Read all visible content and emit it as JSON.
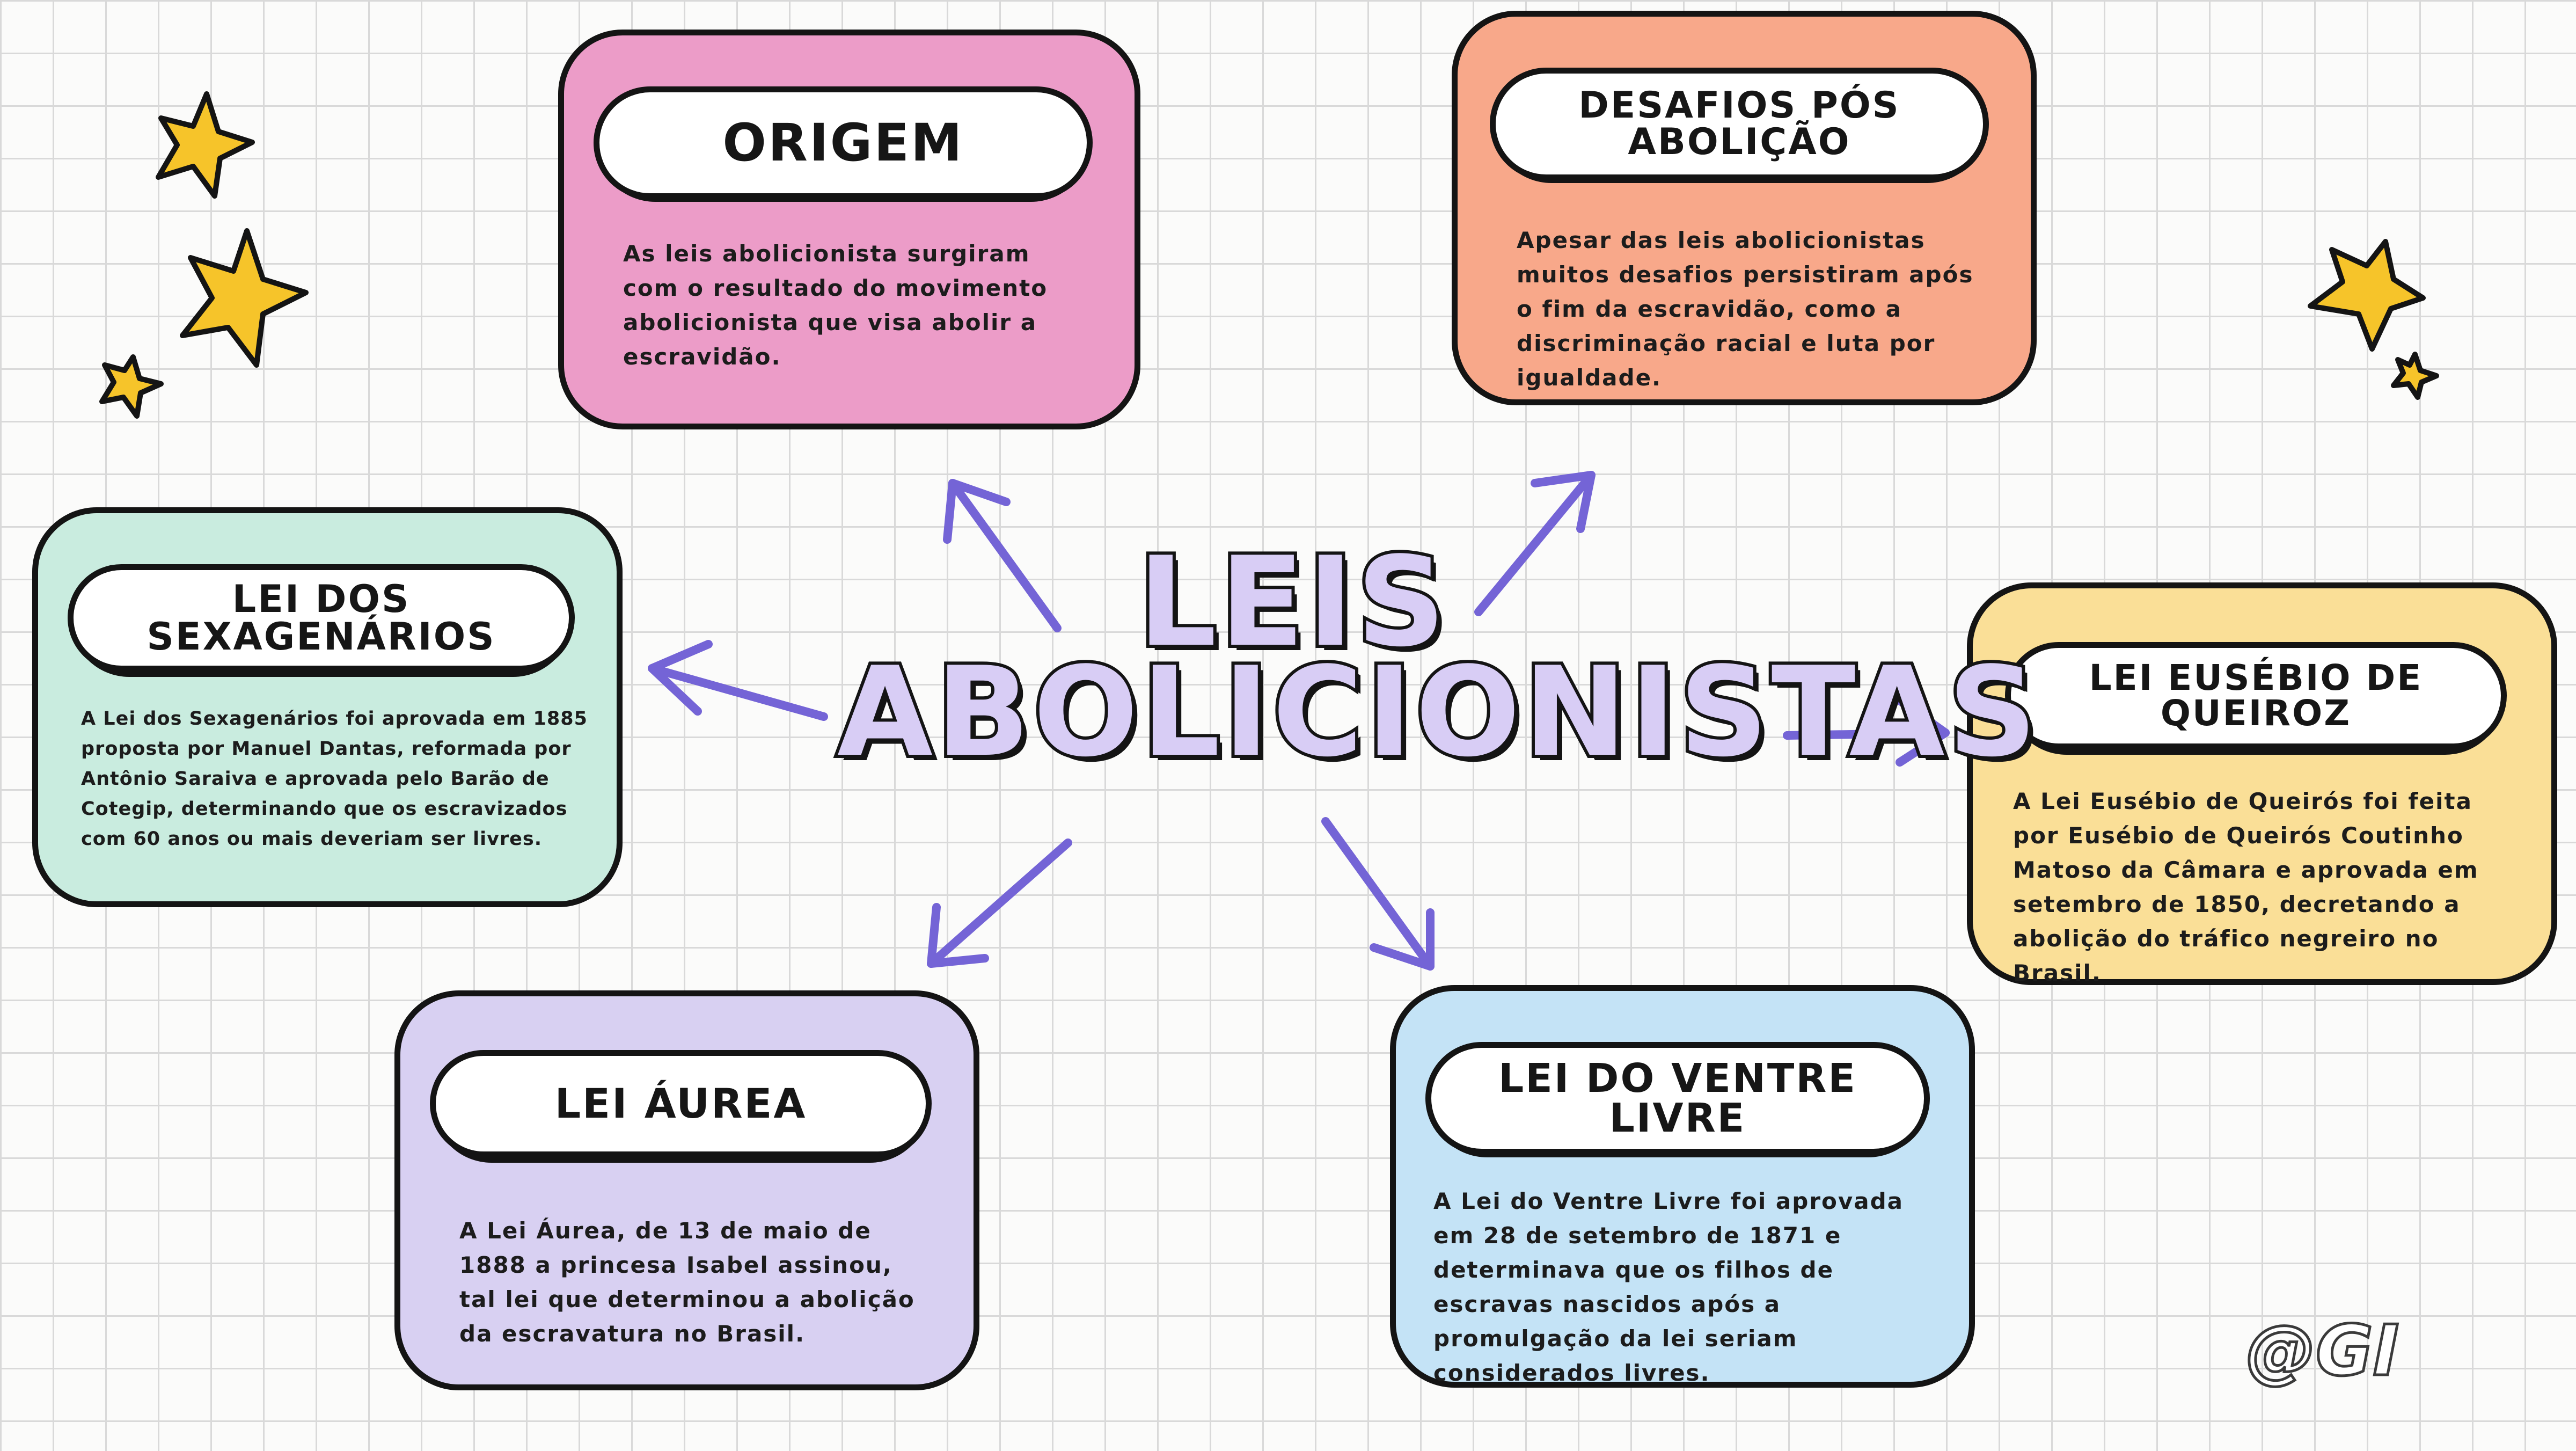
{
  "central": {
    "title": "LEIS\nABOLICIONISTAS"
  },
  "cards": {
    "origem": {
      "title": "ORIGEM",
      "text": "As leis abolicionista surgiram com o resultado do movimento abolicionista que visa abolir a escravidão.",
      "color": "#ec9cc8",
      "accent": "#bde9e9"
    },
    "desafios": {
      "title": "DESAFIOS PÓS\nABOLIÇÃO",
      "text": "Apesar das leis abolicionistas muitos desafios persistiram após o fim da escravidão, como a discriminação racial e luta por igualdade.",
      "color": "#f8a88a",
      "accent": "#c8e6ee"
    },
    "sexagenarios": {
      "title": "LEI DOS\nSEXAGENÁRIOS",
      "text": "A Lei dos Sexagenários foi aprovada em 1885 proposta por Manuel Dantas, reformada por Antônio Saraiva e aprovada pelo Barão de Cotegip, determinando que os escravizados com 60 anos ou mais deveriam ser livres.",
      "color": "#c9ecdf",
      "accent": "#f2a07d"
    },
    "eusebio": {
      "title": "LEI EUSÉBIO DE\nQUEIROZ",
      "text": "A Lei Eusébio de Queirós foi feita por Eusébio de Queirós Coutinho Matoso da Câmara e aprovada em setembro de 1850, decretando a abolição do tráfico negreiro no Brasil.",
      "color": "#fadf97",
      "accent": "#e2a7d2"
    },
    "aurea": {
      "title": "LEI ÁUREA",
      "text": "A Lei Áurea, de 13 de maio de 1888 a princesa Isabel assinou, tal lei que determinou a abolição da escravatura no Brasil.",
      "color": "#d8d0f2",
      "accent": "#f1d57a"
    },
    "ventre": {
      "title": "LEI DO VENTRE\nLIVRE",
      "text": "A Lei do Ventre Livre foi aprovada em 28 de setembro de 1871 e determinava que os filhos de escravas nascidos após a promulgação da lei seriam considerados livres.",
      "color": "#c4e3f6",
      "accent": "#dccff2"
    }
  },
  "signature": "@GI",
  "colors": {
    "arrow": "#7464d6",
    "star": "#f6c42a",
    "outline": "#141414"
  }
}
